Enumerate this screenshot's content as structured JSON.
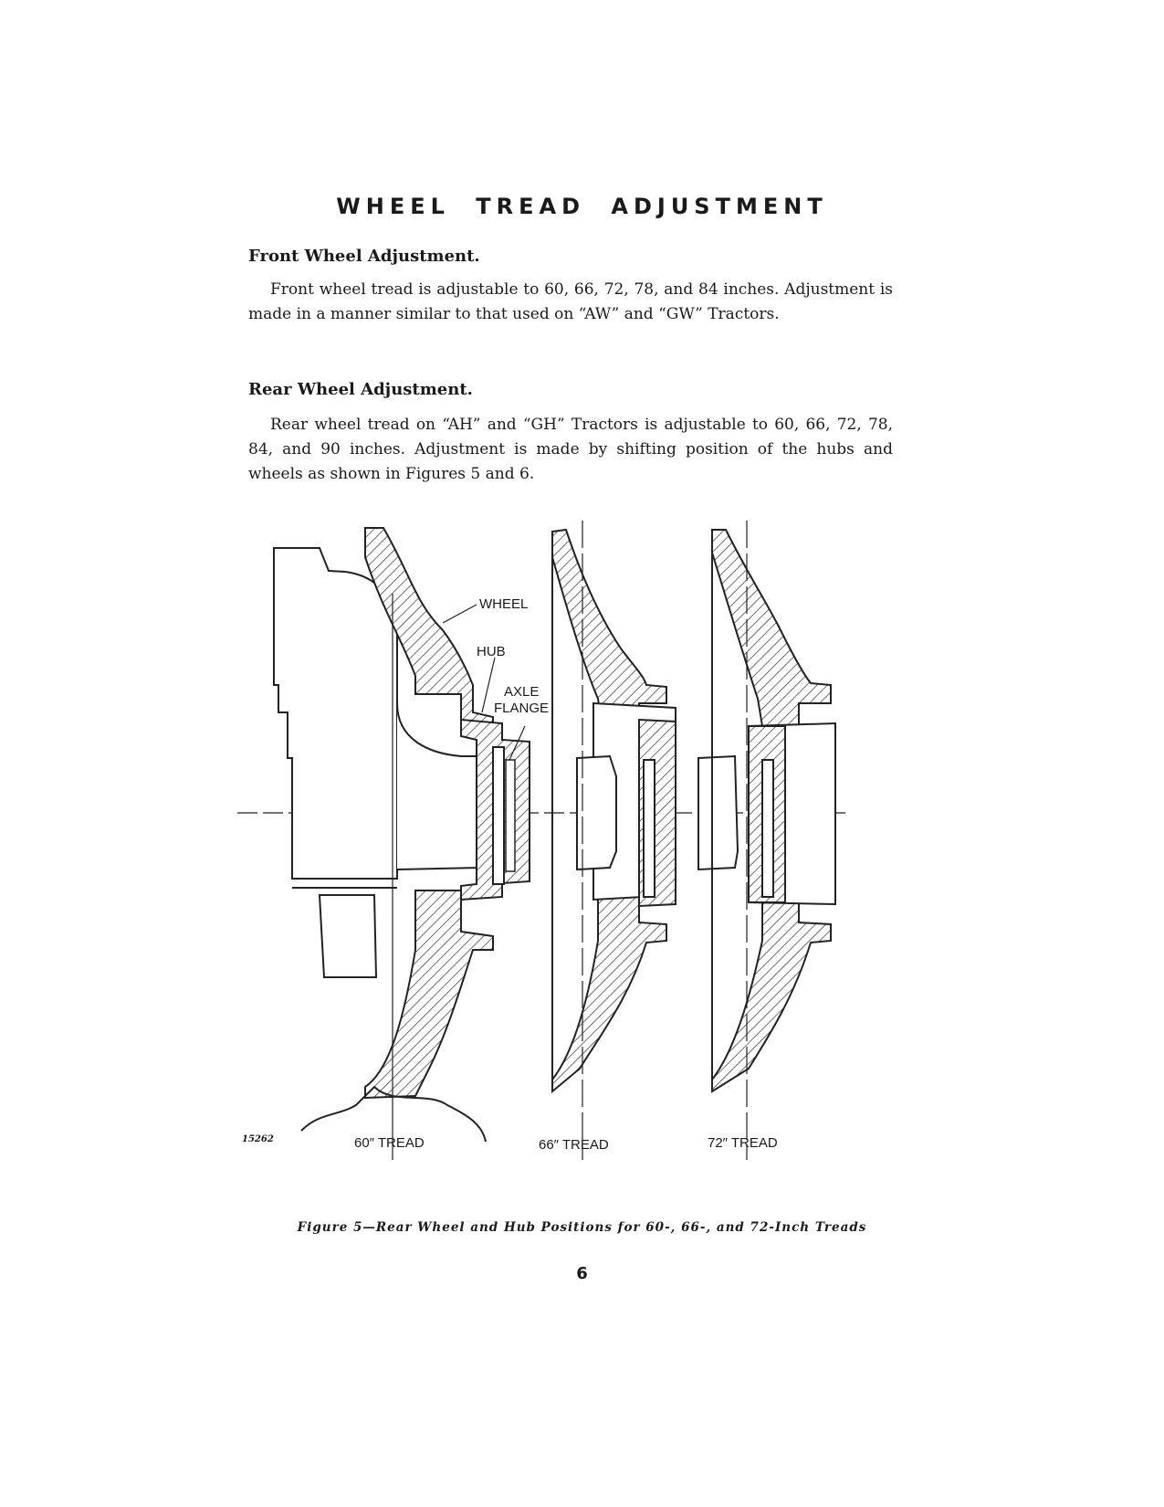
{
  "page": {
    "title": "WHEEL TREAD ADJUSTMENT",
    "page_number": "6"
  },
  "sections": [
    {
      "heading": "Front Wheel Adjustment.",
      "body": "Front wheel tread is adjustable to 60, 66, 72, 78, and 84 inches. Adjustment is made in a manner similar to that used on “AW” and “GW” Tractors."
    },
    {
      "heading": "Rear Wheel Adjustment.",
      "body": "Rear wheel tread on “AH” and “GH” Tractors is adjustable to 60, 66, 72, 78, 84, and 90 inches. Adjustment is made by shifting position of the hubs and wheels as shown in Figures 5 and 6."
    }
  ],
  "figure": {
    "labels": {
      "wheel": "WHEEL",
      "hub": "HUB",
      "axle": "AXLE",
      "flange": "FLANGE"
    },
    "drawing_number": "15262",
    "treads": [
      "60″ TREAD",
      "66″ TREAD",
      "72″ TREAD"
    ],
    "caption": "Figure 5—Rear Wheel and Hub Positions for 60-, 66-, and 72-Inch Treads"
  }
}
